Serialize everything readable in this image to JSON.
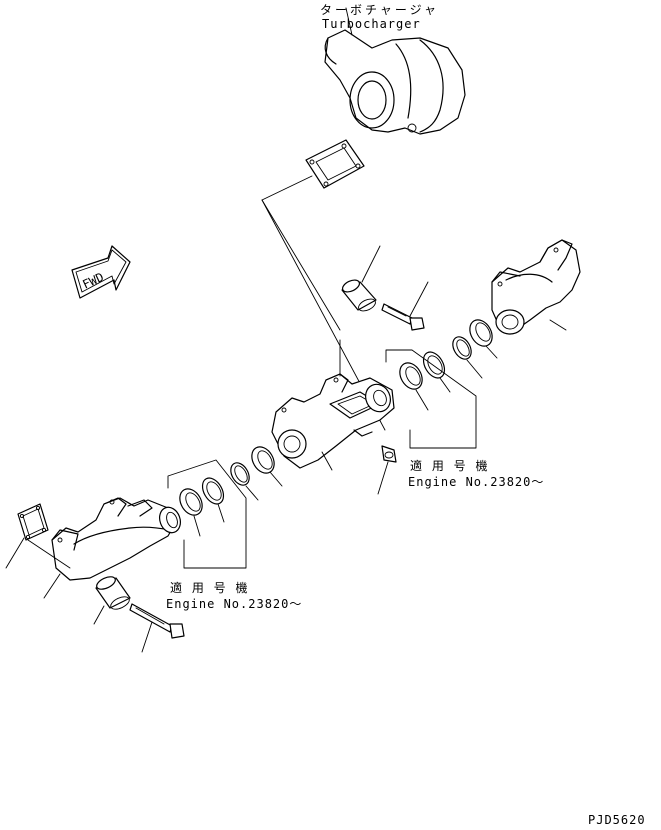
{
  "labels": {
    "turbo_jp": "ターボチャージャ",
    "turbo_en": "Turbocharger",
    "applicable_jp_right": "適 用 号 機",
    "engine_no_right": "Engine No.23820～",
    "applicable_jp_left": "適 用 号 機",
    "engine_no_left": "Engine No.23820～",
    "fwd": "FWD",
    "drawing_code": "PJD5620"
  }
}
